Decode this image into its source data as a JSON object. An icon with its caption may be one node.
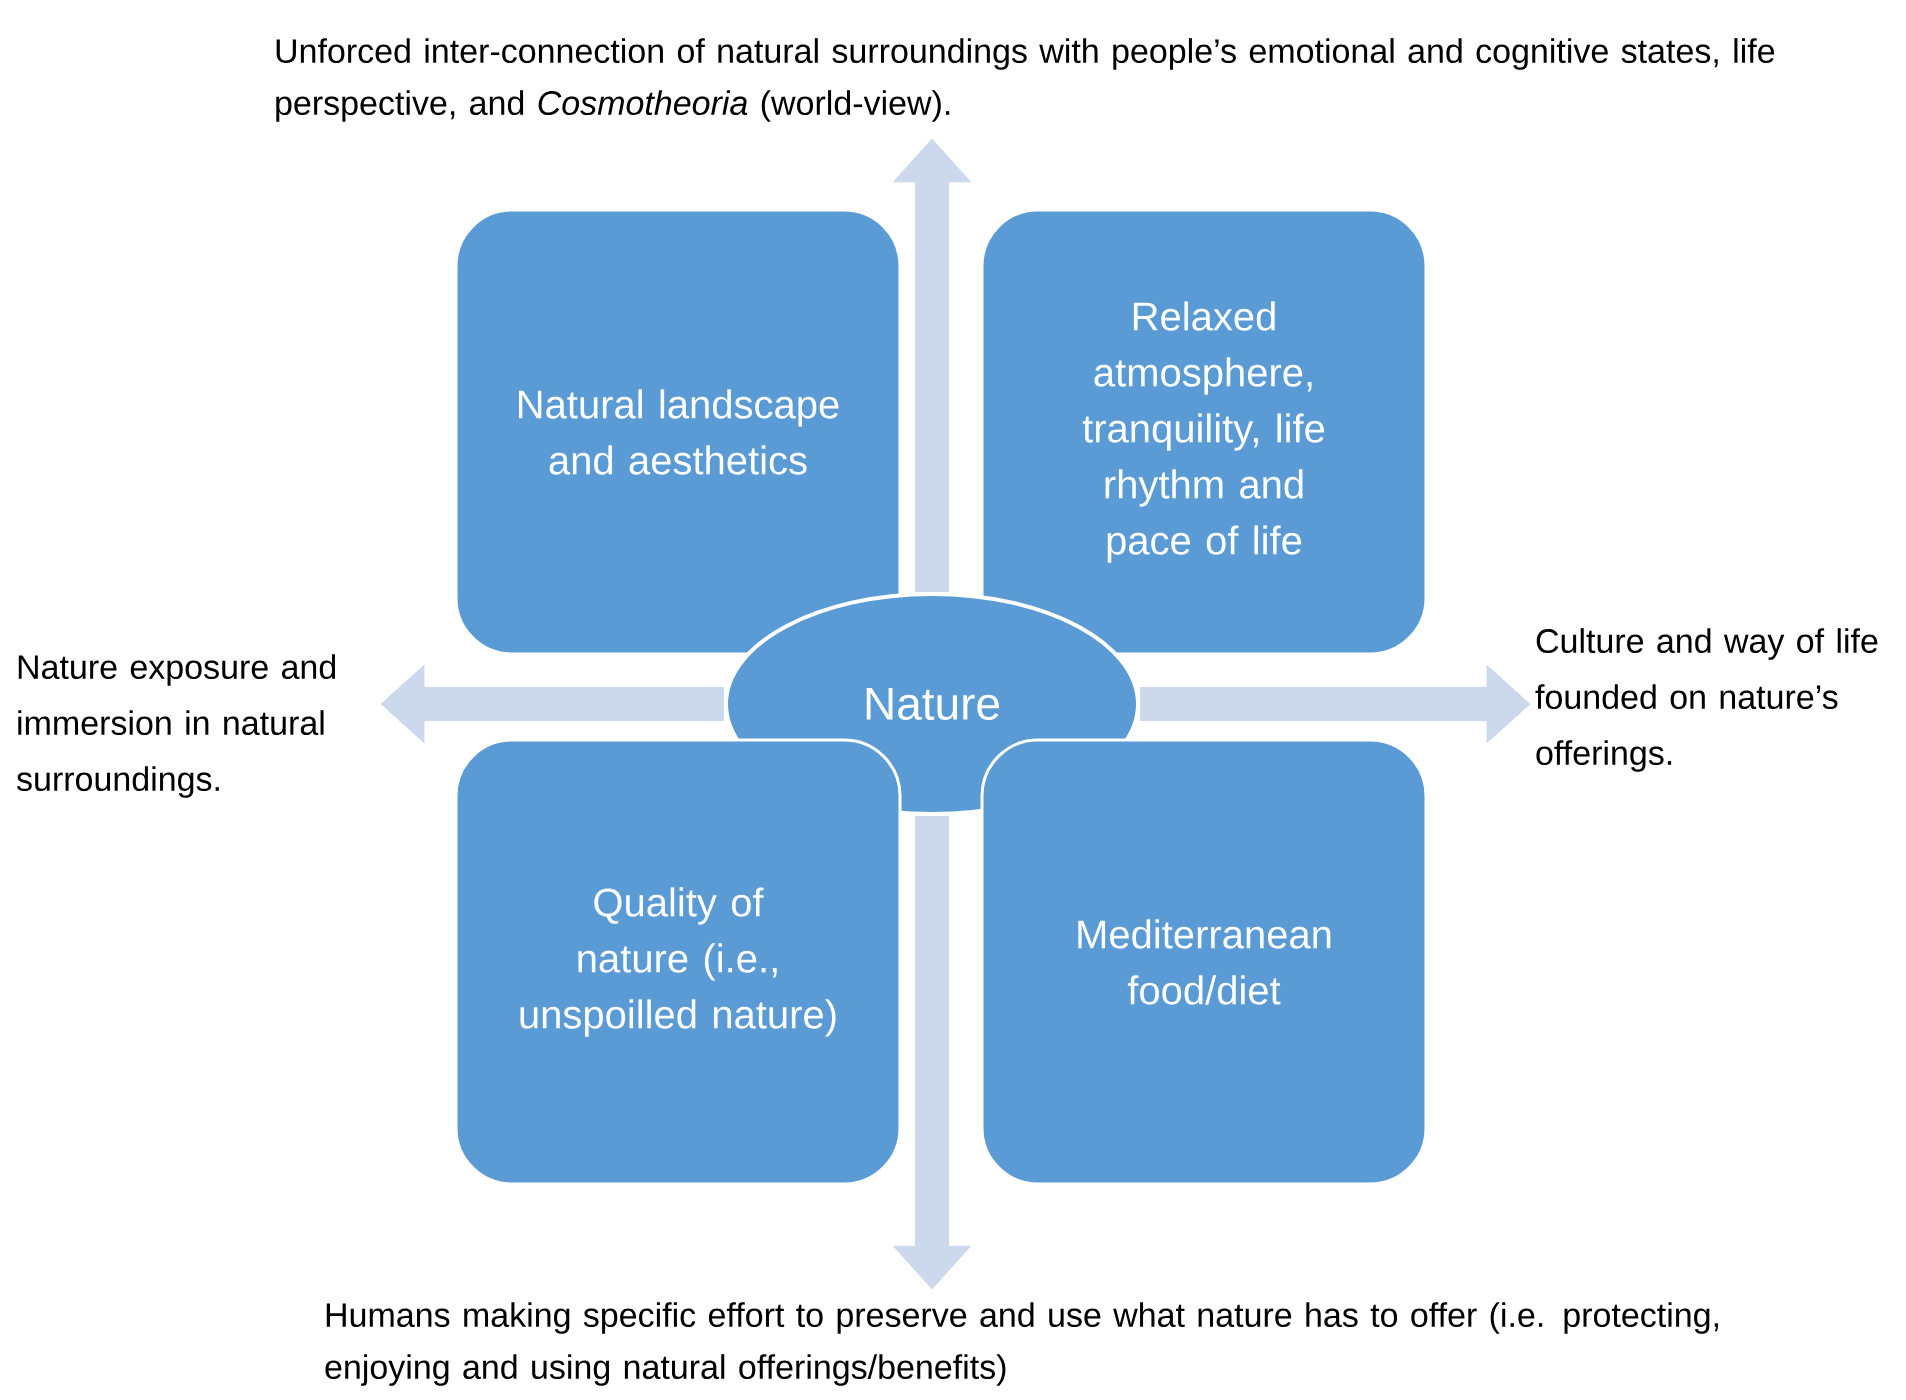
{
  "diagram": {
    "nodes": [
      {
        "text": [
          "Unforced inter-connection of natural surroundings with people’s emotional and cognitive states, life perspective, and *Cosmotheoria* (world-view)."
        ]
      },
      {
        "text": [
          "Natural landscape and aesthetics"
        ]
      },
      {
        "text": [
          "Relaxed atmosphere, tranquility, life rhythm and pace of life"
        ]
      },
      {
        "text": [
          "Nature exposure and immersion in natural surroundings."
        ]
      },
      {
        "text": [
          "Nature"
        ]
      },
      {
        "text": [
          "Culture and way of life founded on nature’s offerings."
        ]
      },
      {
        "text": [
          "Quality of nature (i.e., unspoilled nature)"
        ]
      },
      {
        "text": [
          "Mediterranean food/diet"
        ]
      },
      {
        "text": [
          "Humans making specific effort to preserve and use what nature has to offer (i.e. protecting, enjoying and using natural offerings/benefits)"
        ]
      }
    ],
    "edges": [
      {
        "from": 4,
        "to": 0,
        "arrow": "to"
      },
      {
        "from": 4,
        "to": 3,
        "arrow": "to"
      },
      {
        "from": 4,
        "to": 5,
        "arrow": "to"
      },
      {
        "from": 4,
        "to": 8,
        "arrow": "to"
      }
    ]
  }
}
